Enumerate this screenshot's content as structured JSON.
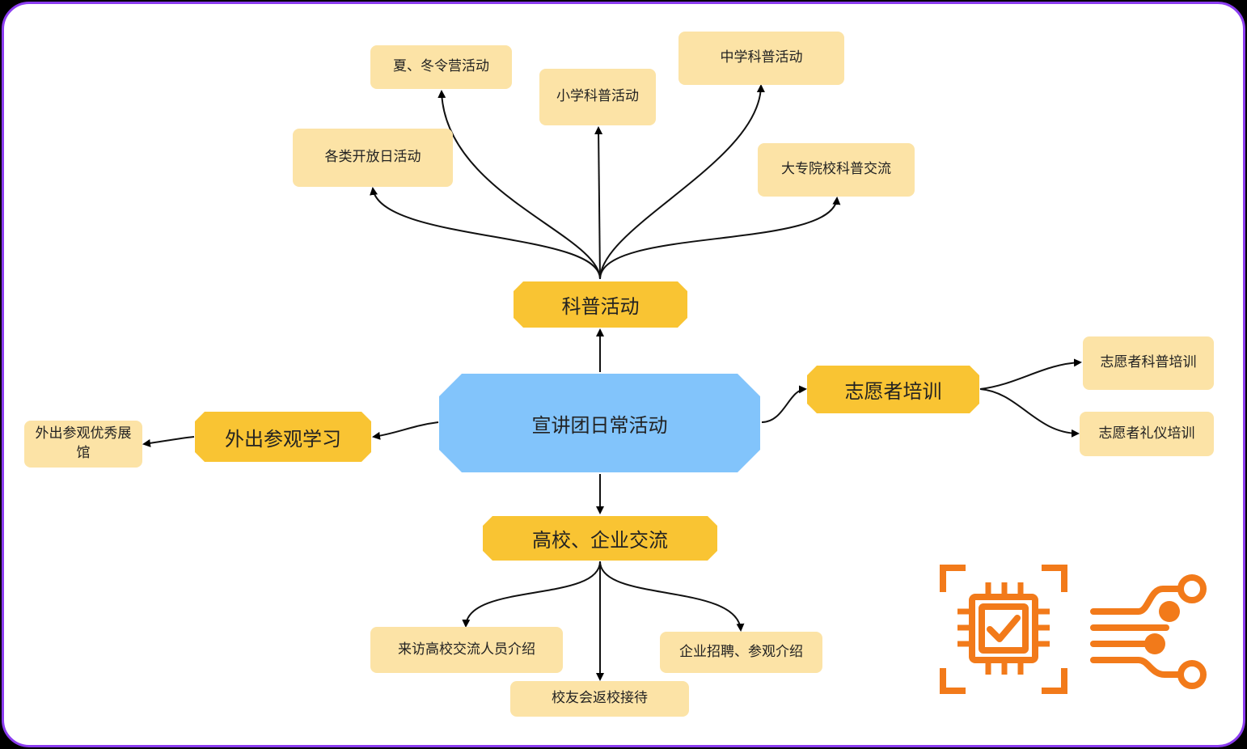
{
  "center": {
    "label": "宣讲团日常活动"
  },
  "branches": {
    "science": "科普活动",
    "volunteer": "志愿者培训",
    "visit": "外出参观学习",
    "exchange": "高校、企业交流"
  },
  "leaves": {
    "science": [
      "夏、冬令营活动",
      "小学科普活动",
      "中学科普活动",
      "各类开放日活动",
      "大专院校科普交流"
    ],
    "volunteer": [
      "志愿者科普培训",
      "志愿者礼仪培训"
    ],
    "visit": [
      "外出参观优秀展馆"
    ],
    "exchange": [
      "来访高校交流人员介绍",
      "校友会返校接待",
      "企业招聘、参观介绍"
    ]
  },
  "colors": {
    "frame": "#8b3df0",
    "center": "#82c4fb",
    "branch": "#f9c433",
    "leaf": "#fce3a6",
    "logo": "#f27a1a"
  },
  "icons": [
    "chip-check-icon",
    "circuit-icon"
  ]
}
